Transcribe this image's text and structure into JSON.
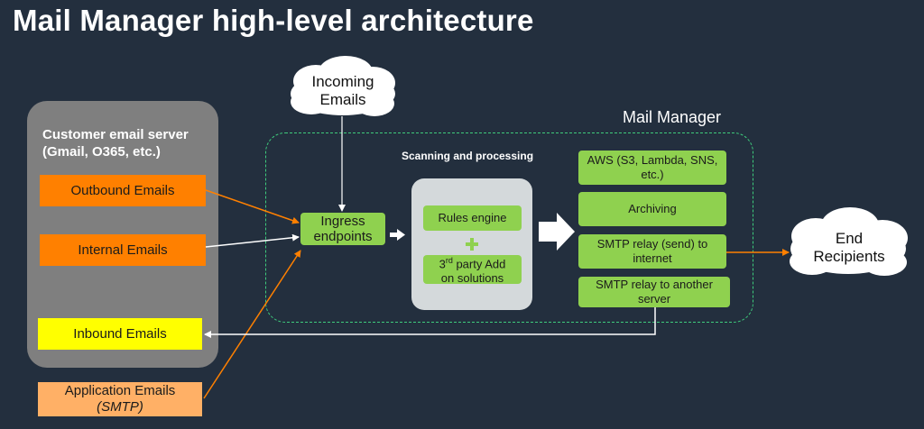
{
  "title": "Mail Manager high-level architecture",
  "clouds": {
    "incoming_line1": "Incoming",
    "incoming_line2": "Emails",
    "end_line1": "End",
    "end_line2": "Recipients"
  },
  "customer_server": {
    "label_line1": "Customer email server",
    "label_line2": "(Gmail, O365, etc.)",
    "outbound": "Outbound Emails",
    "internal": "Internal Emails",
    "inbound": "Inbound Emails"
  },
  "application": {
    "line1": "Application Emails",
    "line2": "(SMTP)"
  },
  "mail_manager": {
    "label": "Mail Manager",
    "ingress_line1": "Ingress",
    "ingress_line2": "endpoints",
    "scanning_label": "Scanning and processing",
    "rules_engine": "Rules engine",
    "addon_ordinal": "3",
    "addon_suffix": "rd",
    "addon_line1_rest": " party Add",
    "addon_line2": "on solutions",
    "outputs": {
      "aws_line1": "AWS (S3, Lambda, SNS,",
      "aws_line2": "etc.)",
      "archiving": "Archiving",
      "smtp_send_line1": "SMTP relay (send) to",
      "smtp_send_line2": "internet",
      "smtp_server_line1": "SMTP relay to another",
      "smtp_server_line2": "server"
    }
  },
  "colors": {
    "background": "#232f3e",
    "customer_panel": "#7f7f7f",
    "orange": "#ff8000",
    "yellow": "#ffff00",
    "peach": "#ffb066",
    "green": "#8fd14f",
    "dashed_border": "#3ecb7c",
    "arrow_orange": "#ff8000",
    "arrow_white": "#ffffff"
  }
}
